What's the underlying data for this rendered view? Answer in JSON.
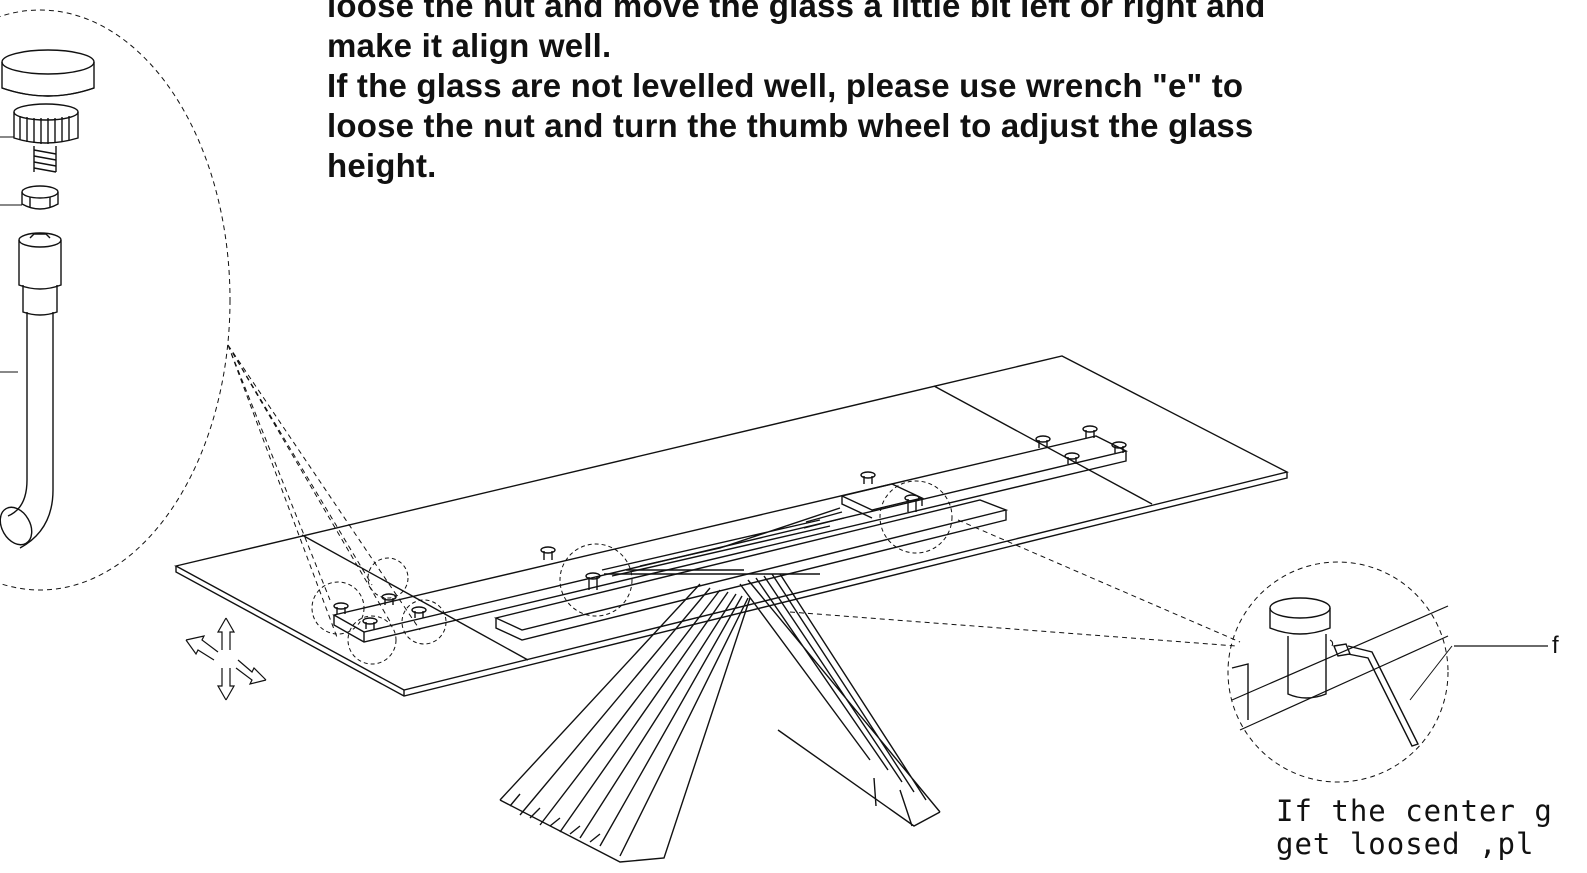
{
  "instructions": {
    "line1": "loose the nut  and move the glass a little bit left or right and",
    "line2": "make it align well.",
    "line3": "If the glass are not levelled well, please use wrench \"e\" to",
    "line4": "loose the nut  and turn the thumb wheel  to adjust the  glass",
    "line5": "height."
  },
  "callout_label": "f",
  "note": {
    "line1": "If the center g",
    "line2": "get loosed ,pl"
  },
  "colors": {
    "line": "#111111",
    "background": "#ffffff"
  },
  "icons": [
    "move-arrows-icon",
    "thumb-wheel-icon",
    "nut-icon",
    "socket-wrench-icon",
    "allen-key-icon"
  ]
}
